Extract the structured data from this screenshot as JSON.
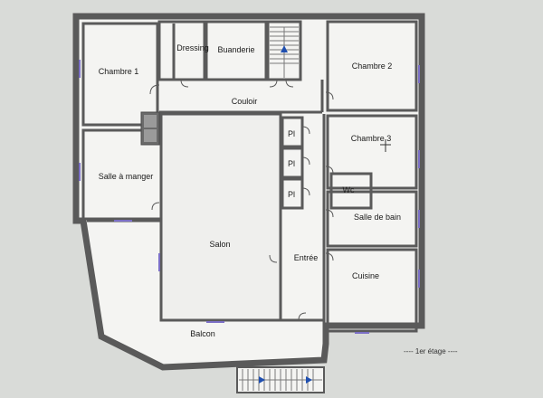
{
  "rooms": {
    "chambre1": "Chambre 1",
    "dressing": "Dressing",
    "buanderie": "Buanderie",
    "chambre2": "Chambre 2",
    "couloir": "Couloir",
    "chambre3": "Chambre 3",
    "pl1": "Pl",
    "pl2": "Pl",
    "pl3": "Pl",
    "wc": "Wc",
    "salle_a_manger": "Salle à manger",
    "salle_de_bain": "Salle de bain",
    "salon": "Salon",
    "entree": "Entrée",
    "cuisine": "Cuisine",
    "balcon": "Balcon"
  },
  "floor_caption": "---- 1er étage ----",
  "colors": {
    "wall": "#5a5a5a",
    "floor": "#f4f4f2",
    "window": "#7b6fc6",
    "stair_arrow": "#1f4fb0",
    "background": "#d9dbd8"
  }
}
